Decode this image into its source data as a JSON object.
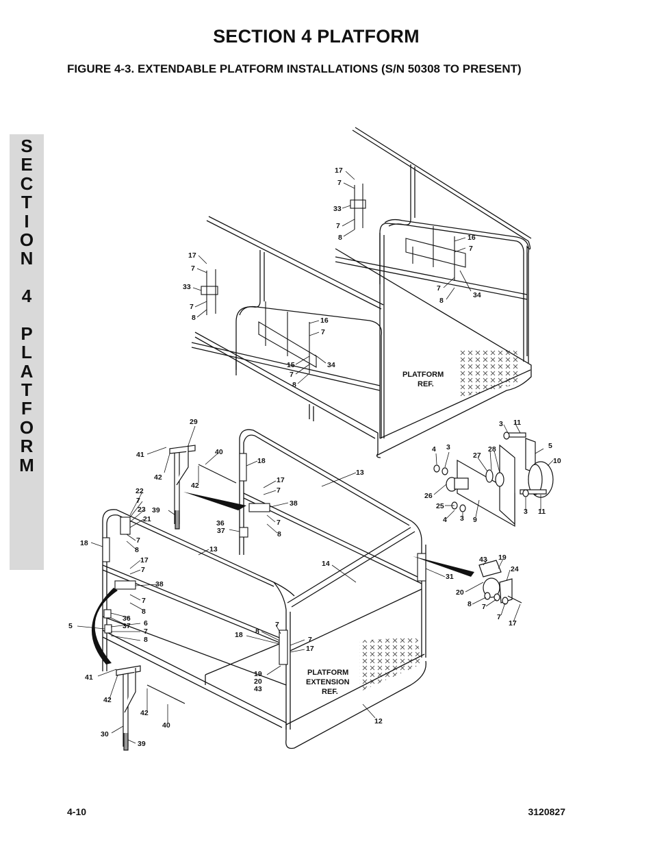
{
  "header": {
    "section_title": "SECTION 4  PLATFORM",
    "figure_title": "FIGURE 4-3.    EXTENDABLE PLATFORM INSTALLATIONS (S/N 50308 TO PRESENT)"
  },
  "side_tab": {
    "letters": [
      "S",
      "E",
      "C",
      "T",
      "I",
      "O",
      "N",
      "",
      "4",
      "",
      "P",
      "L",
      "A",
      "T",
      "F",
      "O",
      "R",
      "M"
    ]
  },
  "diagram": {
    "ref_platform": [
      "PLATFORM",
      "REF."
    ],
    "ref_extension": [
      "PLATFORM",
      "EXTENSION",
      "REF."
    ],
    "callouts": {
      "c1": "17",
      "c2": "7",
      "c3": "33",
      "c4": "7",
      "c5": "8",
      "c6": "16",
      "c7": "7",
      "c8": "7",
      "c9": "8",
      "c10": "34",
      "c11": "17",
      "c12": "7",
      "c13": "33",
      "c14": "7",
      "c15": "8",
      "c16": "16",
      "c17": "7",
      "c18": "15",
      "c19": "7",
      "c20": "8",
      "c21": "34",
      "c22": "29",
      "c23": "40",
      "c24": "41",
      "c25": "42",
      "c26": "42",
      "c27": "39",
      "c28": "18",
      "c29": "13",
      "c30": "17",
      "c31": "7",
      "c32": "38",
      "c33": "36",
      "c34": "37",
      "c35": "7",
      "c36": "8",
      "c37": "22",
      "c38": "7",
      "c39": "23",
      "c40": "21",
      "c41": "7",
      "c42": "8",
      "c43": "18",
      "c44": "13",
      "c45": "17",
      "c46": "7",
      "c47": "38",
      "c48": "7",
      "c49": "8",
      "c50": "14",
      "c51": "36",
      "c52": "37",
      "c53": "6",
      "c54": "7",
      "c55": "8",
      "c56": "5",
      "c57": "18",
      "c58": "8",
      "c59": "7",
      "c60": "7",
      "c61": "17",
      "c62": "19",
      "c63": "20",
      "c64": "43",
      "c65": "41",
      "c66": "42",
      "c67": "42",
      "c68": "40",
      "c69": "30",
      "c70": "39",
      "c71": "12",
      "c72": "3",
      "c73": "11",
      "c74": "5",
      "c75": "4",
      "c76": "3",
      "c77": "27",
      "c78": "28",
      "c79": "10",
      "c80": "26",
      "c81": "25",
      "c82": "4",
      "c83": "3",
      "c84": "9",
      "c85": "3",
      "c86": "11",
      "c87": "43",
      "c88": "19",
      "c89": "24",
      "c90": "31",
      "c91": "20",
      "c92": "8",
      "c93": "7",
      "c94": "7",
      "c95": "17"
    }
  },
  "footer": {
    "page_number": "4-10",
    "doc_number": "3120827"
  }
}
